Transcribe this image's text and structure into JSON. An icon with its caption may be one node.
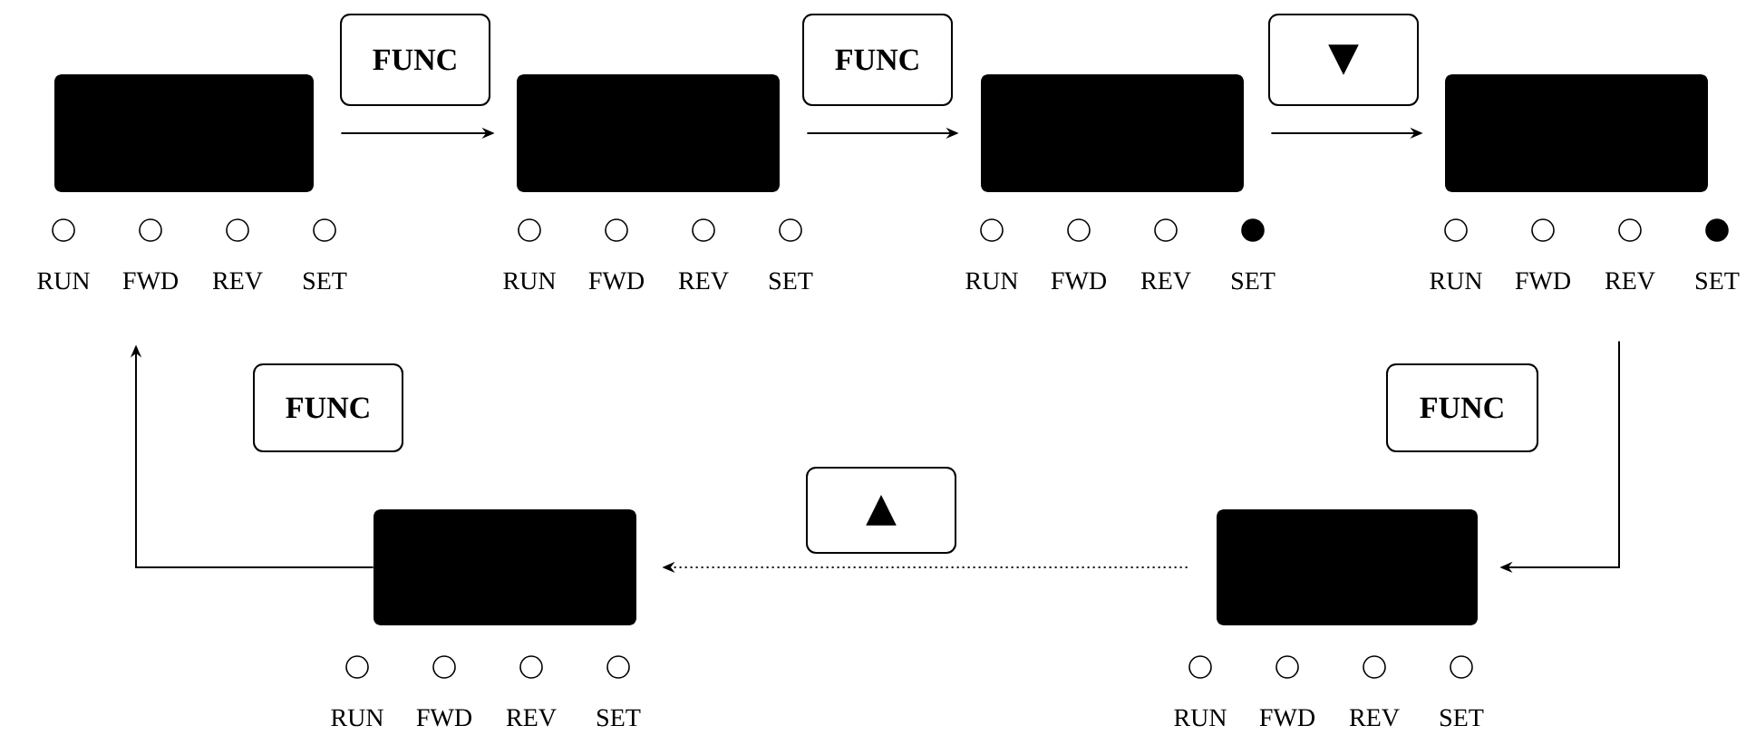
{
  "diagram": {
    "nodes": [
      {
        "text": [],
        "shape": "box",
        "beside": [
          "RUN",
          "FWD",
          "REV",
          "SET"
        ]
      },
      {
        "text": [],
        "shape": "box",
        "beside": [
          "RUN",
          "FWD",
          "REV",
          "SET"
        ]
      },
      {
        "text": [],
        "shape": "box",
        "beside": [
          "RUN",
          "FWD",
          "REV",
          "SET"
        ]
      },
      {
        "text": [],
        "shape": "box",
        "beside": [
          "RUN",
          "FWD",
          "REV",
          "SET"
        ]
      },
      {
        "text": [],
        "shape": "box",
        "beside": [
          "RUN",
          "FWD",
          "REV",
          "SET"
        ]
      },
      {
        "text": [],
        "shape": "box",
        "beside": [
          "RUN",
          "FWD",
          "REV",
          "SET"
        ]
      }
    ],
    "edges": [
      {
        "from": 0,
        "to": 1,
        "arrow": "to",
        "label": "FUNC"
      },
      {
        "from": 1,
        "to": 2,
        "arrow": "to",
        "label": "FUNC"
      },
      {
        "from": 2,
        "to": 3,
        "arrow": "to",
        "label": "▼"
      },
      {
        "from": 3,
        "to": 4,
        "arrow": "to",
        "label": "FUNC"
      },
      {
        "from": 4,
        "to": 5,
        "arrow": "to",
        "label": "▲",
        "style": "dashed"
      },
      {
        "from": 5,
        "to": 0,
        "arrow": "to",
        "label": "FUNC"
      }
    ]
  }
}
